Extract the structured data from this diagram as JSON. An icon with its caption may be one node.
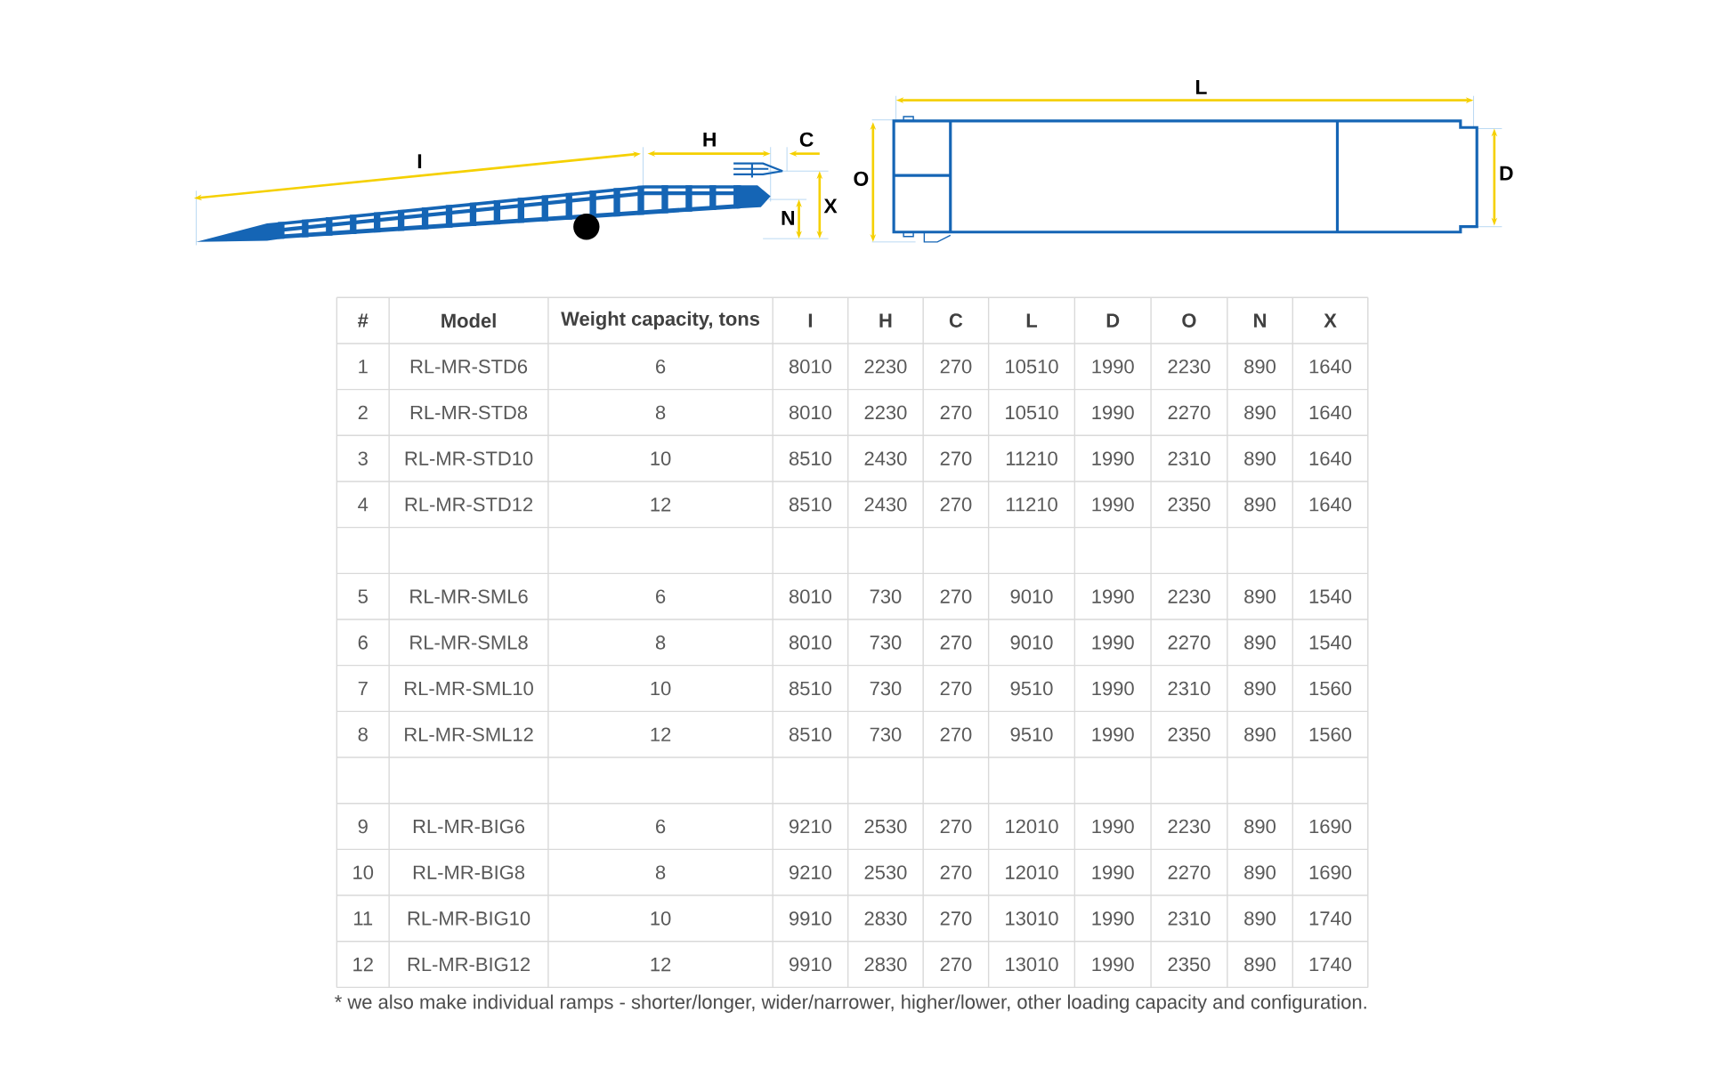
{
  "diagram": {
    "labels": [
      "L",
      "H",
      "C",
      "I",
      "O",
      "D",
      "X",
      "N",
      "#",
      "Model",
      "Weight capacity, tons",
      "I",
      "H",
      "C",
      "L",
      "D",
      "O",
      "N",
      "X",
      "1",
      "RL-MR-STD6",
      "6",
      "8010",
      "2230",
      "270",
      "10510",
      "1990",
      "2230",
      "890",
      "1640",
      "2",
      "RL-MR-STD8",
      "8",
      "8010",
      "2230",
      "270",
      "10510",
      "1990",
      "2270",
      "890",
      "1640",
      "3",
      "RL-MR-STD10",
      "10",
      "8510",
      "2430",
      "270",
      "11210",
      "1990",
      "2310",
      "890",
      "1640",
      "4",
      "RL-MR-STD12",
      "12",
      "8510",
      "2430",
      "270",
      "11210",
      "1990",
      "2350",
      "890",
      "1640",
      "5",
      "RL-MR-SML6",
      "6",
      "8010",
      "730",
      "270",
      "9010",
      "1990",
      "2230",
      "890",
      "1540",
      "6",
      "RL-MR-SML8",
      "8",
      "8010",
      "730",
      "270",
      "9010",
      "1990",
      "2270",
      "890",
      "1540",
      "7",
      "RL-MR-SML10",
      "10",
      "8510",
      "730",
      "270",
      "9510",
      "1990",
      "2310",
      "890",
      "1560",
      "8",
      "RL-MR-SML12",
      "12",
      "8510",
      "730",
      "270",
      "9510",
      "1990",
      "2350",
      "890",
      "1560",
      "9",
      "RL-MR-BIG6",
      "6",
      "9210",
      "2530",
      "270",
      "12010",
      "1990",
      "2230",
      "890",
      "1690",
      "10",
      "RL-MR-BIG8",
      "8",
      "9210",
      "2530",
      "270",
      "12010",
      "1990",
      "2270",
      "890",
      "1690",
      "11",
      "RL-MR-BIG10",
      "10",
      "9910",
      "2830",
      "270",
      "13010",
      "1990",
      "2310",
      "890",
      "1740",
      "12",
      "RL-MR-BIG12",
      "12",
      "9910",
      "2830",
      "270",
      "13010",
      "1990",
      "2350",
      "890",
      "1740",
      "* we also make individual ramps - shorter/longer, wider/narrower, higher/lower, other loading capacity and configuration."
    ]
  }
}
